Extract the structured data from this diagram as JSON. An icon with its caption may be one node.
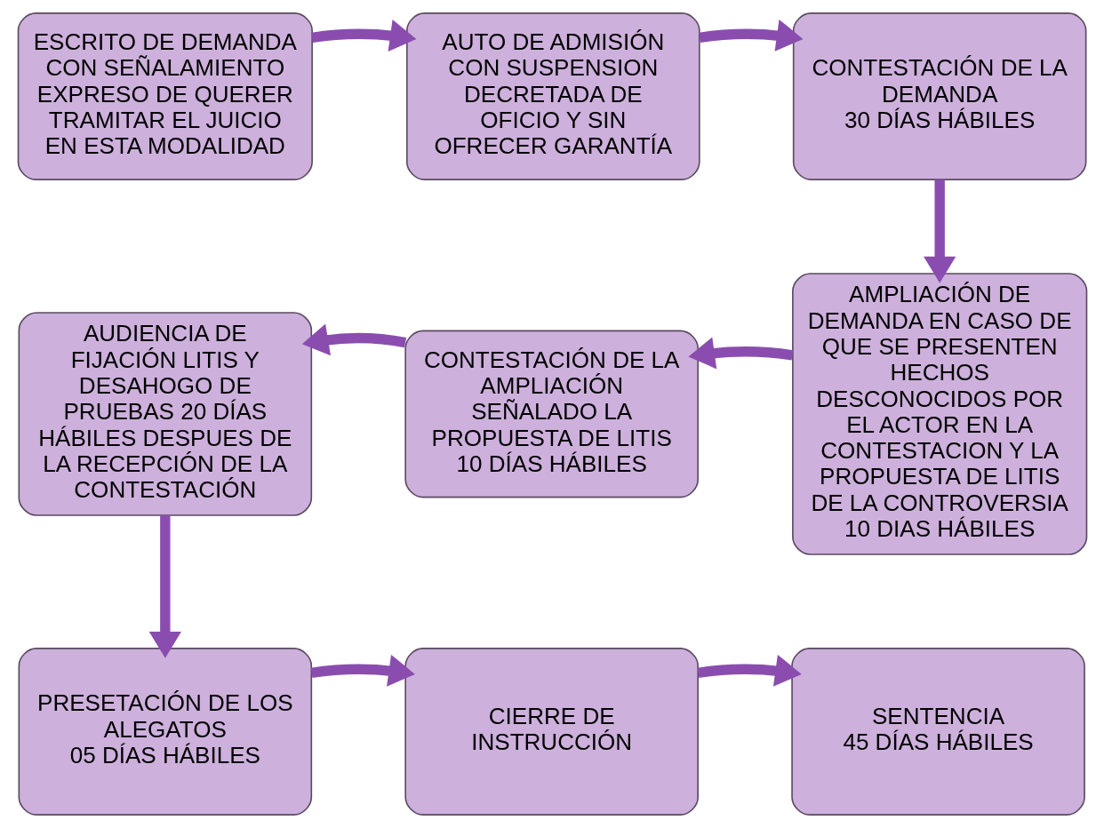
{
  "diagram": {
    "nodes": [
      {
        "text": [
          "ESCRITO DE DEMANDA CON SEÑALAMIENTO EXPRESO DE QUERER TRAMITAR EL JUICIO EN ESTA MODALIDAD"
        ]
      },
      {
        "text": [
          "AUTO DE ADMISIÓN CON SUSPENSION DECRETADA DE OFICIO Y SIN OFRECER GARANTÍA"
        ]
      },
      {
        "text": [
          "CONTESTACIÓN DE LA DEMANDA",
          "30 DÍAS HÁBILES"
        ]
      },
      {
        "text": [
          "AMPLIACIÓN DE DEMANDA EN CASO DE QUE SE PRESENTEN HECHOS DESCONOCIDOS POR EL ACTOR EN LA CONTESTACION Y LA PROPUESTA DE LITIS DE LA CONTROVERSIA",
          "10 DIAS HÁBILES"
        ]
      },
      {
        "text": [
          "CONTESTACIÓN DE LA AMPLIACIÓN SEÑALADO LA PROPUESTA DE LITIS",
          "10 DÍAS HÁBILES"
        ]
      },
      {
        "text": [
          "AUDIENCIA DE FIJACIÓN LITIS Y DESAHOGO DE PRUEBAS 20 DÍAS HÁBILES DESPUES DE LA RECEPCIÓN DE LA CONTESTACIÓN"
        ]
      },
      {
        "text": [
          "PRESETACIÓN DE LOS ALEGATOS",
          "05 DÍAS HÁBILES"
        ]
      },
      {
        "text": [
          "CIERRE DE INSTRUCCIÓN"
        ]
      },
      {
        "text": [
          "SENTENCIA",
          "45 DÍAS HÁBILES"
        ]
      }
    ],
    "edges": [
      {
        "from": 0,
        "to": 1,
        "arrow": "to"
      },
      {
        "from": 1,
        "to": 2,
        "arrow": "to"
      },
      {
        "from": 2,
        "to": 3,
        "arrow": "to"
      },
      {
        "from": 3,
        "to": 4,
        "arrow": "to"
      },
      {
        "from": 4,
        "to": 5,
        "arrow": "to"
      },
      {
        "from": 5,
        "to": 6,
        "arrow": "to"
      },
      {
        "from": 6,
        "to": 7,
        "arrow": "to"
      },
      {
        "from": 7,
        "to": 8,
        "arrow": "to"
      }
    ]
  }
}
